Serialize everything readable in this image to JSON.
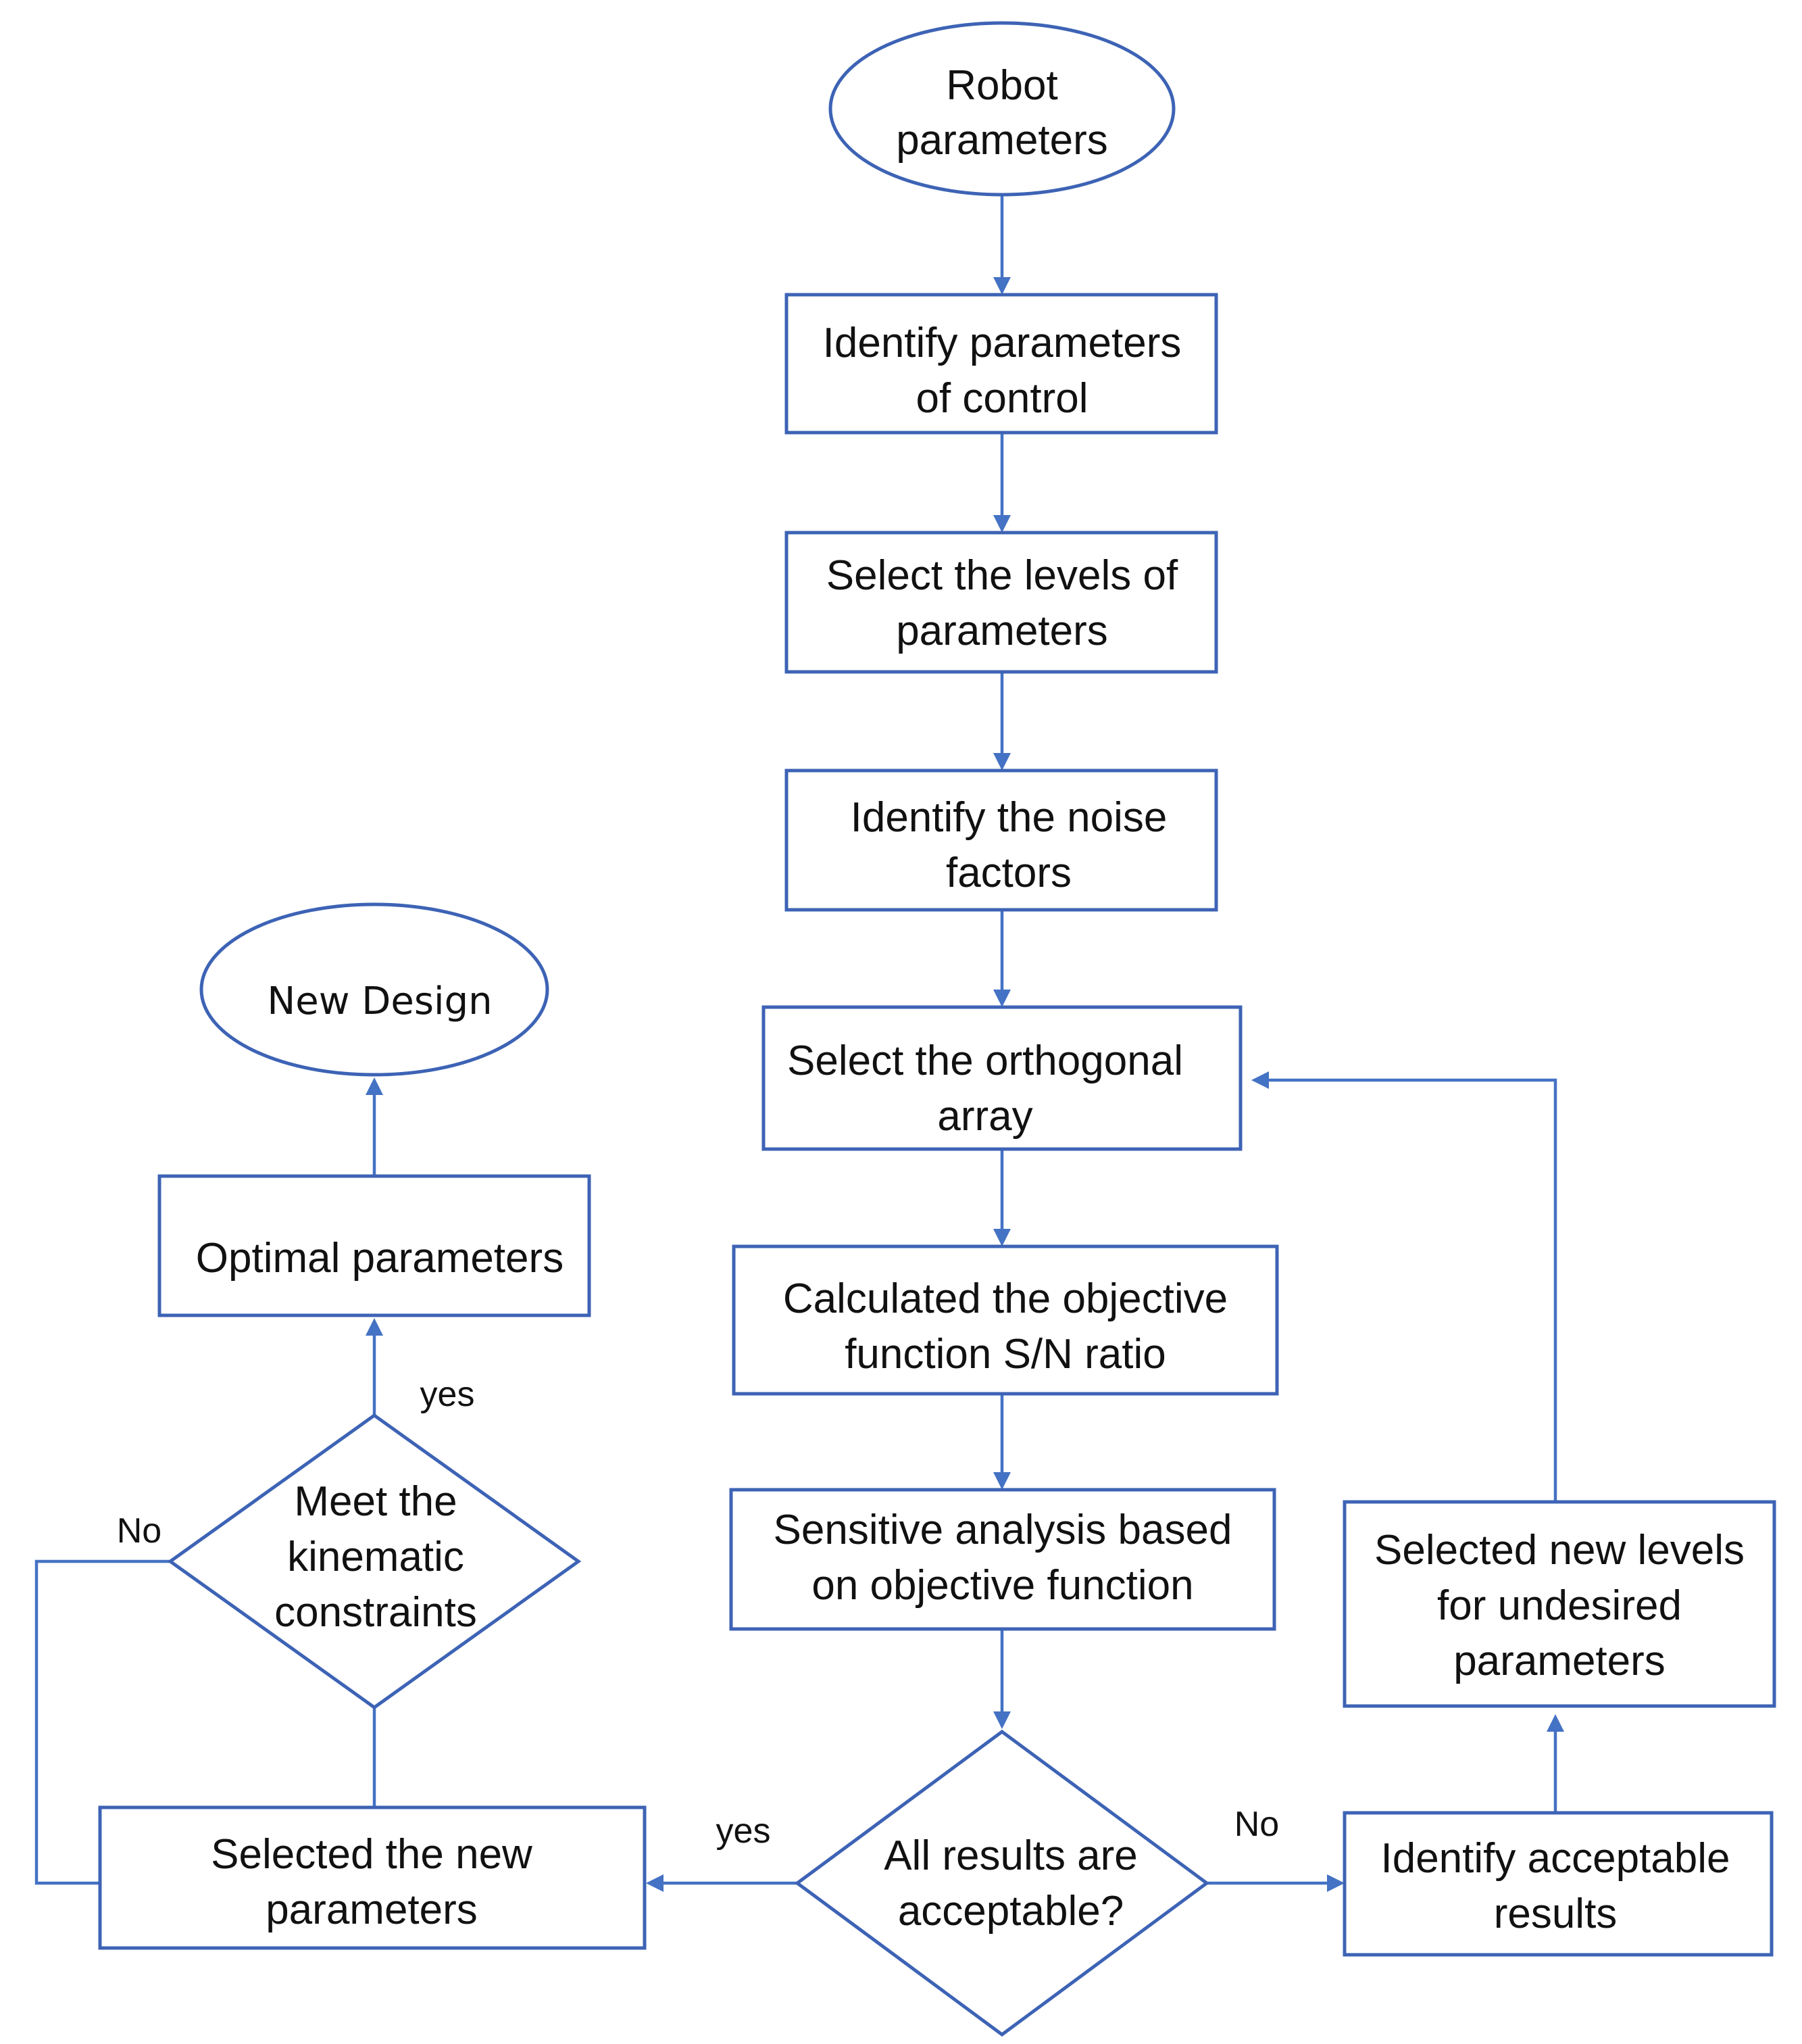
{
  "nodes": {
    "robot_parameters": {
      "line1": "Robot",
      "line2": "parameters"
    },
    "identify_parameters_of_control": {
      "line1": "Identify parameters",
      "line2": "of control"
    },
    "select_levels": {
      "line1": "Select the levels of",
      "line2": "parameters"
    },
    "identify_noise_factors": {
      "line1": "Identify the noise",
      "line2": "factors"
    },
    "select_orthogonal_array": {
      "line1": "Select the orthogonal",
      "line2": "array"
    },
    "calculated_objective": {
      "line1": "Calculated the objective",
      "line2": "function S/N ratio"
    },
    "sensitive_analysis": {
      "line1": "Sensitive analysis based",
      "line2": "on objective function"
    },
    "all_results_acceptable": {
      "line1": "All results are",
      "line2": "acceptable?"
    },
    "identify_acceptable_results": {
      "line1": "Identify acceptable",
      "line2": "results"
    },
    "selected_new_levels": {
      "line1": "Selected new levels",
      "line2": "for undesired",
      "line3": "parameters"
    },
    "selected_new_parameters": {
      "line1": "Selected the new",
      "line2": "parameters"
    },
    "meet_kinematic_constraints": {
      "line1": "Meet the",
      "line2": "kinematic",
      "line3": "constraints"
    },
    "optimal_parameters": {
      "line1": "Optimal parameters"
    },
    "new_design": {
      "line1": "New Design"
    }
  },
  "edges": {
    "acceptable_yes": "yes",
    "acceptable_no": "No",
    "kinematic_yes": "yes",
    "kinematic_no": "No"
  },
  "colors": {
    "shape_outline": "#3d63b5",
    "connector": "#4472c4",
    "text": "#111111"
  }
}
